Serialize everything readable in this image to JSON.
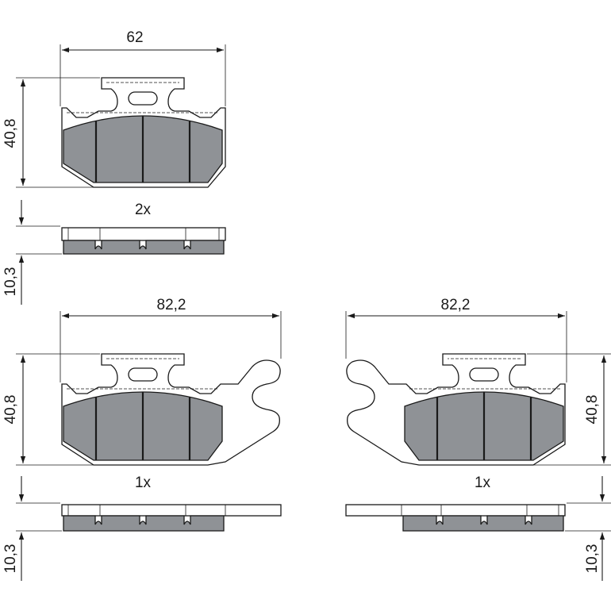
{
  "colors": {
    "line": "#1a1a1a",
    "friction_material": "#8f9296",
    "background": "#ffffff"
  },
  "arrow_style": "filled-triangle",
  "views": [
    {
      "id": "pad-small",
      "width_label": "62",
      "height_label": "40,8",
      "quantity_label": "2x",
      "thickness_label": "10,3"
    },
    {
      "id": "pad-left-ear",
      "width_label": "82,2",
      "height_label": "40,8",
      "quantity_label": "1x",
      "thickness_label": "10,3"
    },
    {
      "id": "pad-right-ear",
      "width_label": "82,2",
      "height_label": "40,8",
      "quantity_label": "1x",
      "thickness_label": "10,3"
    }
  ]
}
